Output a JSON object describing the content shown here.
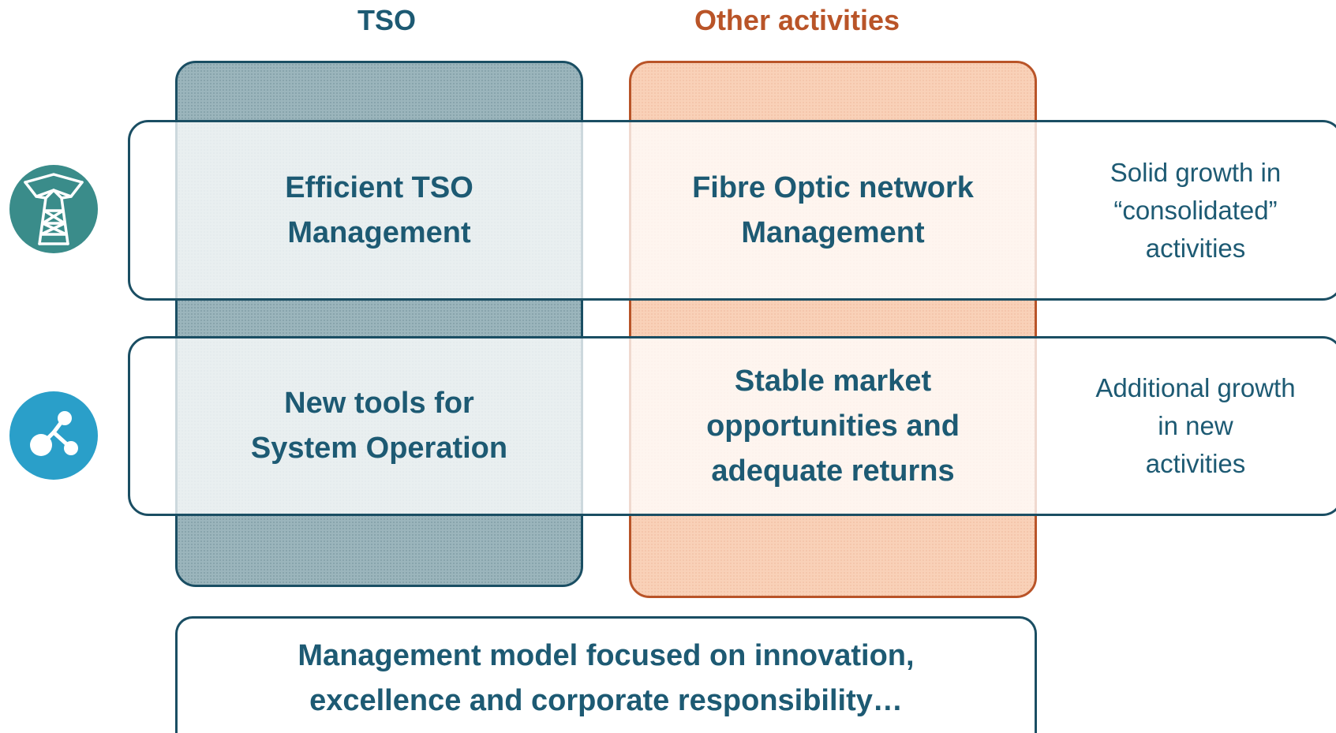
{
  "headers": {
    "tso": "TSO",
    "other": "Other activities"
  },
  "rows": [
    {
      "tso_text": "Efficient TSO\nManagement",
      "other_text": "Fibre Optic network\nManagement",
      "side_text": "Solid growth in\n“consolidated”\nactivities",
      "icon": "power-tower-icon"
    },
    {
      "tso_text": "New tools for\nSystem Operation",
      "other_text": "Stable market\nopportunities and\nadequate returns",
      "side_text": "Additional growth\nin new\nactivities",
      "icon": "molecule-network-icon"
    }
  ],
  "footer": {
    "text": "Management model focused on innovation,\nexcellence and corporate responsibility…"
  },
  "colors": {
    "tso": "#1d5a73",
    "other": "#b95428",
    "tso_fill": "#9bb5bc",
    "other_fill": "#f9d1b8",
    "icon_tower": "#3a8c8a",
    "icon_molecule": "#2a9fc9"
  }
}
